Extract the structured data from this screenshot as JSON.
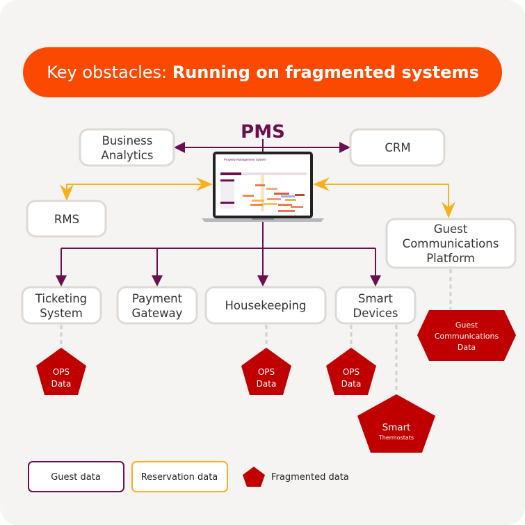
{
  "title": {
    "prefix": "Key obstacles: ",
    "bold": "Running on fragmented systems"
  },
  "center": {
    "label": "PMS",
    "screen_title": "Property Management System"
  },
  "systems": {
    "business_analytics": [
      "Business",
      "Analytics"
    ],
    "crm": [
      "CRM"
    ],
    "rms": [
      "RMS"
    ],
    "guest_comm_platform": [
      "Guest",
      "Communications",
      "Platform"
    ],
    "ticketing": [
      "Ticketing",
      "System"
    ],
    "payment": [
      "Payment",
      "Gateway"
    ],
    "housekeeping": [
      "Housekeeping"
    ],
    "smart_devices": [
      "Smart",
      "Devices"
    ]
  },
  "fragments": {
    "ops1": [
      "OPS",
      "Data"
    ],
    "ops2": [
      "OPS",
      "Data"
    ],
    "ops3": [
      "OPS",
      "Data"
    ],
    "thermostats": [
      "Smart",
      "Thermostats"
    ],
    "guest_comm_data": [
      "Guest",
      "Communications",
      "Data"
    ]
  },
  "legend": {
    "guest": "Guest data",
    "reservation": "Reservation data",
    "fragmented": "Fragmented data"
  },
  "colors": {
    "accent": "#fb4a00",
    "guest_data": "#6b0f4e",
    "reservation_data": "#f5b120",
    "fragmented": "#c00000",
    "background": "#f6f4f2"
  }
}
